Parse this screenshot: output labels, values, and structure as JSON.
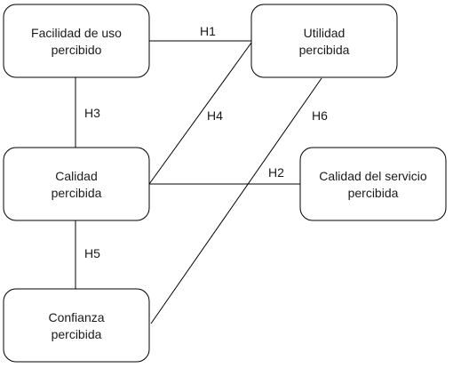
{
  "nodes": {
    "facilidad": {
      "lines": [
        "Facilidad de uso",
        "percibido"
      ]
    },
    "utilidad": {
      "lines": [
        "Utilidad",
        "percibida"
      ]
    },
    "calidad": {
      "lines": [
        "Calidad",
        "percibida"
      ]
    },
    "calidad_servicio": {
      "lines": [
        "Calidad del servicio",
        "percibida"
      ]
    },
    "confianza": {
      "lines": [
        "Confianza",
        "percibida"
      ]
    }
  },
  "edges": {
    "h1": {
      "label": "H1",
      "from": "facilidad",
      "to": "utilidad"
    },
    "h2": {
      "label": "H2",
      "from": "calidad",
      "to": "calidad_servicio"
    },
    "h3": {
      "label": "H3",
      "from": "facilidad",
      "to": "calidad"
    },
    "h4": {
      "label": "H4",
      "from": "calidad",
      "to": "utilidad"
    },
    "h5": {
      "label": "H5",
      "from": "calidad",
      "to": "confianza"
    },
    "h6": {
      "label": "H6",
      "from": "confianza",
      "to": "utilidad"
    }
  }
}
